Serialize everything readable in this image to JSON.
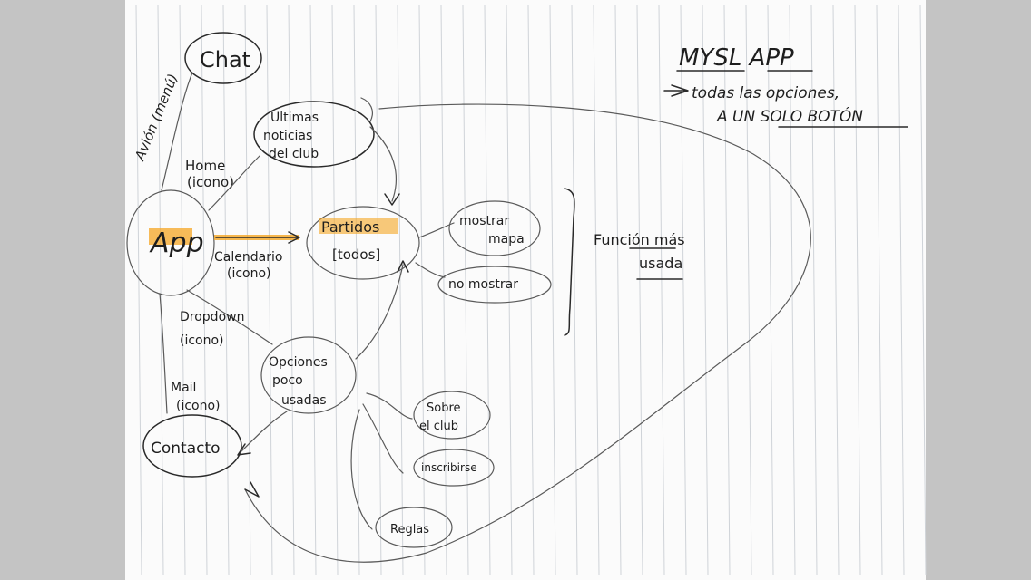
{
  "diagram": {
    "title": "MYSL APP",
    "subtitle_line1": "todas las opciones,",
    "subtitle_line2": "A UN SOLO BOTÓN",
    "highlight_color": "#f5a623",
    "nodes": {
      "app": "App",
      "chat": "Chat",
      "noticias": [
        "Ultimas",
        "noticias",
        "del club"
      ],
      "partidos": [
        "Partidos",
        "[todos]"
      ],
      "mostrar_mapa": [
        "mostrar",
        "mapa"
      ],
      "no_mostrar": "no mostrar",
      "funcion": [
        "Función más",
        "usada"
      ],
      "opciones": [
        "Opciones",
        "poco",
        "usadas"
      ],
      "sobre_club": [
        "Sobre",
        "el club"
      ],
      "inscribirse": "inscribirse",
      "reglas": "Reglas",
      "contacto": "Contacto"
    },
    "edge_labels": {
      "avion": "Avión (menú)",
      "home": [
        "Home",
        "(icono)"
      ],
      "calendario": [
        "Calendario",
        "(icono)"
      ],
      "dropdown": [
        "Dropdown",
        "(icono)"
      ],
      "mail": [
        "Mail",
        "(icono)"
      ]
    }
  }
}
